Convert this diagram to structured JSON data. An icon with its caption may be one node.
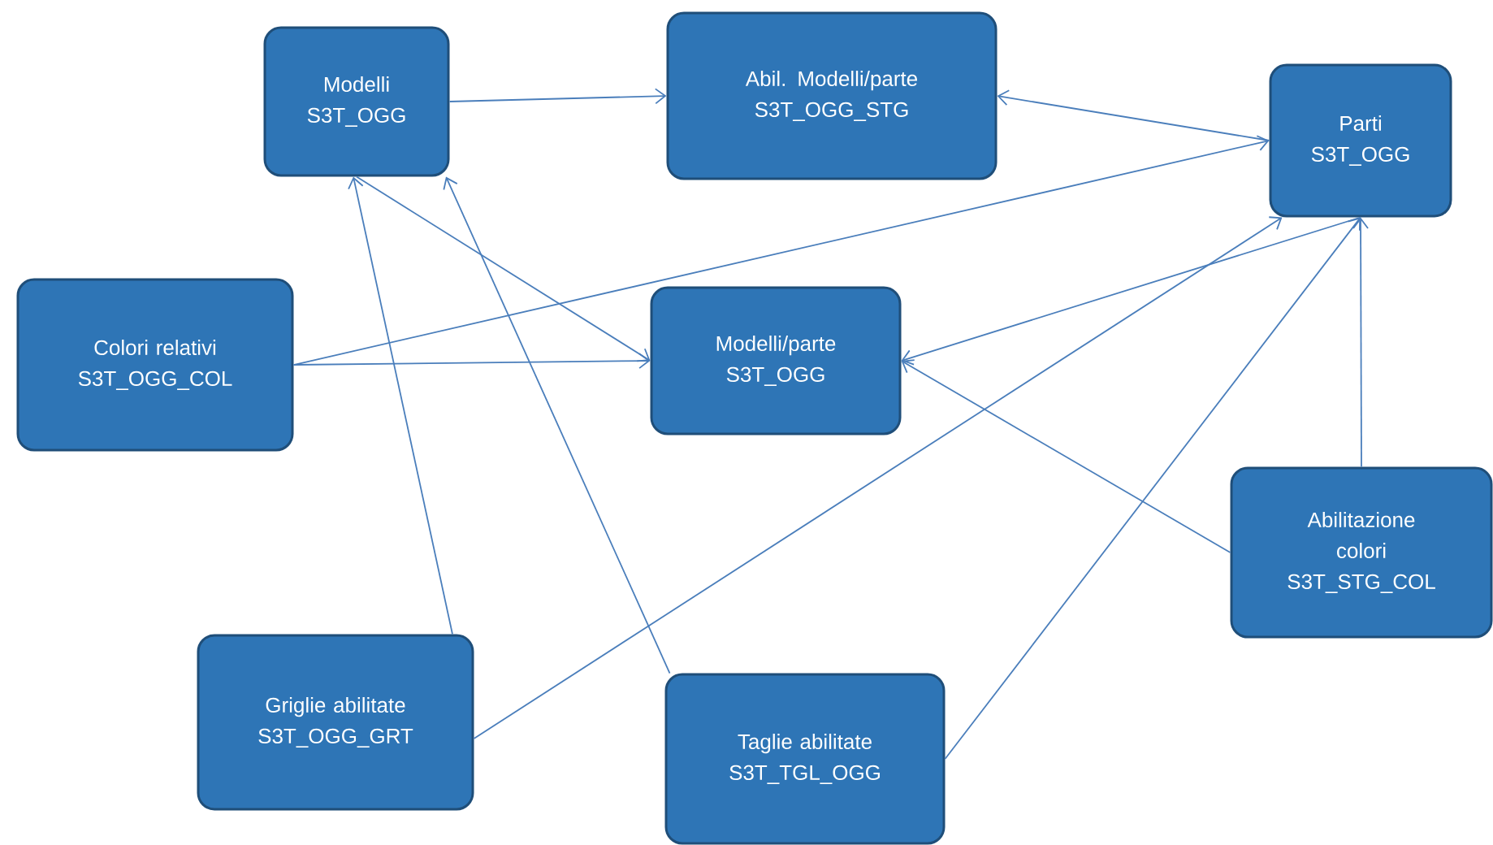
{
  "diagram": {
    "nodes": [
      {
        "text": [
          "Modelli",
          "S3T_OGG"
        ]
      },
      {
        "text": [
          "Abil. Modelli/parte",
          "S3T_OGG_STG"
        ]
      },
      {
        "text": [
          "Parti",
          "S3T_OGG"
        ]
      },
      {
        "text": [
          "Colori relativi",
          "S3T_OGG_COL"
        ]
      },
      {
        "text": [
          "Modelli/parte",
          "S3T_OGG"
        ]
      },
      {
        "text": [
          "Abilitazione colori",
          "S3T_STG_COL"
        ]
      },
      {
        "text": [
          "Griglie abilitate",
          "S3T_OGG_GRT"
        ]
      },
      {
        "text": [
          "Taglie abilitate",
          "S3T_TGL_OGG"
        ]
      }
    ],
    "edges": [
      {
        "from": 0,
        "to": 1,
        "arrow": "to"
      },
      {
        "from": 2,
        "to": 1,
        "arrow": "to"
      },
      {
        "from": 3,
        "to": 2,
        "arrow": "to"
      },
      {
        "from": 3,
        "to": 4,
        "arrow": "to"
      },
      {
        "from": 0,
        "to": 4,
        "arrow": "to"
      },
      {
        "from": 2,
        "to": 4,
        "arrow": "to"
      },
      {
        "from": 5,
        "to": 4,
        "arrow": "to"
      },
      {
        "from": 5,
        "to": 2,
        "arrow": "to"
      },
      {
        "from": 6,
        "to": 0,
        "arrow": "to"
      },
      {
        "from": 6,
        "to": 2,
        "arrow": "to"
      },
      {
        "from": 7,
        "to": 0,
        "arrow": "to"
      },
      {
        "from": 7,
        "to": 2,
        "arrow": "to"
      }
    ]
  }
}
